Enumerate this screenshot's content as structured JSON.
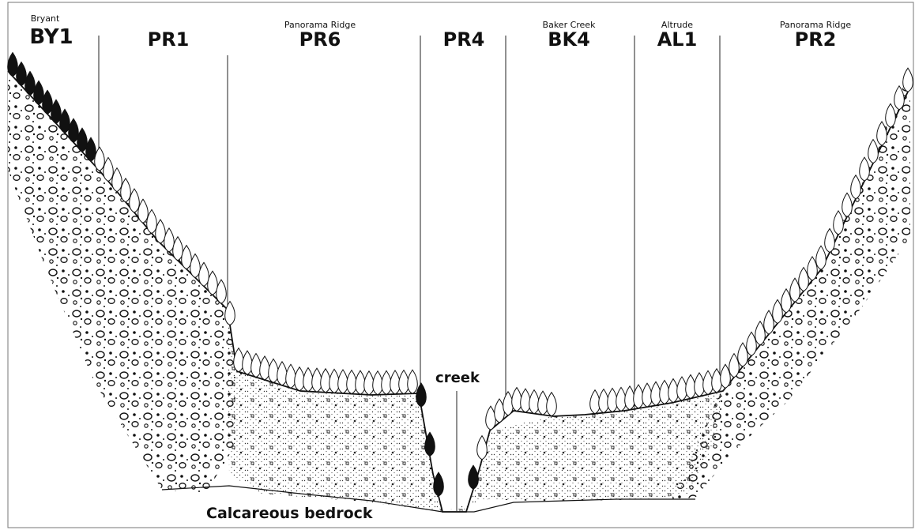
{
  "columns": [
    {
      "code": "BY1",
      "subtitle": "Bryant"
    },
    {
      "code": "PR1",
      "subtitle": ""
    },
    {
      "code": "PR6",
      "subtitle": "Panorama Ridge"
    },
    {
      "code": "PR4",
      "subtitle": ""
    },
    {
      "code": "BK4",
      "subtitle": "Baker Creek"
    },
    {
      "code": "AL1",
      "subtitle": "Altrude"
    },
    {
      "code": "PR2",
      "subtitle": "Panorama Ridge"
    }
  ],
  "labels": {
    "creek": "creek",
    "bedrock": "Calcareous bedrock"
  },
  "colors": {
    "ink": "#111111",
    "paper": "#ffffff"
  }
}
